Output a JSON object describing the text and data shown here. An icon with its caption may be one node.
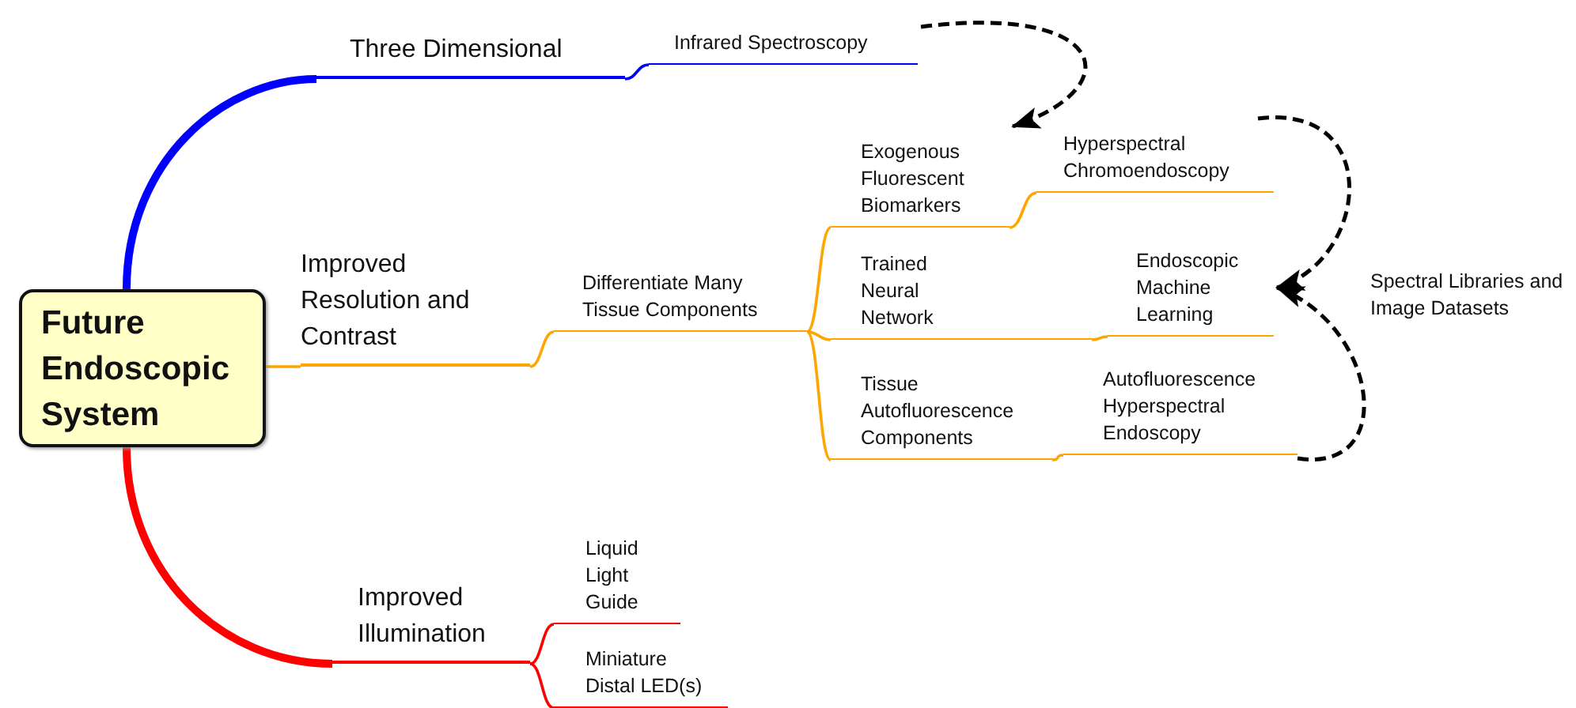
{
  "diagram": {
    "nodes": [
      {
        "text": [
          "Future Endoscopic System"
        ]
      },
      {
        "text": [
          "Three Dimensional"
        ]
      },
      {
        "text": [
          "Infrared Spectroscopy"
        ]
      },
      {
        "text": [
          "Improved Resolution and Contrast"
        ]
      },
      {
        "text": [
          "Differentiate Many Tissue Components"
        ]
      },
      {
        "text": [
          "Exogenous Fluorescent Biomarkers"
        ]
      },
      {
        "text": [
          "Hyperspectral Chromoendoscopy"
        ]
      },
      {
        "text": [
          "Trained Neural Network"
        ]
      },
      {
        "text": [
          "Endoscopic Machine Learning"
        ]
      },
      {
        "text": [
          "Tissue Autofluorescence Components"
        ]
      },
      {
        "text": [
          "Autofluorescence Hyperspectral Endoscopy"
        ]
      },
      {
        "text": [
          "Improved Illumination"
        ]
      },
      {
        "text": [
          "Liquid Light Guide"
        ]
      },
      {
        "text": [
          "Miniature Distal LED(s)"
        ]
      }
    ],
    "edges": [
      {
        "from": 0,
        "to": 1,
        "arrow": "none",
        "style": "thick",
        "color": "#0000ff"
      },
      {
        "from": 0,
        "to": 3,
        "arrow": "none"
      },
      {
        "from": 0,
        "to": 11,
        "arrow": "none",
        "style": "thick",
        "color": "#ff0000"
      },
      {
        "from": 1,
        "to": 2,
        "arrow": "none",
        "color": "#0000ff"
      },
      {
        "from": 3,
        "to": 4,
        "arrow": "none"
      },
      {
        "from": 4,
        "to": 5,
        "arrow": "none"
      },
      {
        "from": 4,
        "to": 7,
        "arrow": "none"
      },
      {
        "from": 4,
        "to": 9,
        "arrow": "none"
      },
      {
        "from": 5,
        "to": 6,
        "arrow": "none"
      },
      {
        "from": 7,
        "to": 8,
        "arrow": "none"
      },
      {
        "from": 9,
        "to": 10,
        "arrow": "none"
      },
      {
        "from": 11,
        "to": 12,
        "arrow": "none",
        "color": "#ff0000"
      },
      {
        "from": 11,
        "to": 13,
        "arrow": "none",
        "color": "#ff0000"
      },
      {
        "from": 2,
        "to": 5,
        "arrow": "to",
        "style": "dashed",
        "color": "#000000"
      },
      {
        "from": 6,
        "to": 8,
        "arrow": "to",
        "style": "dashed",
        "color": "#000000"
      },
      {
        "from": 10,
        "to": 8,
        "arrow": "to",
        "style": "dashed",
        "color": "#000000"
      }
    ],
    "labels": [
      "Spectral Libraries and Image Datasets"
    ]
  }
}
